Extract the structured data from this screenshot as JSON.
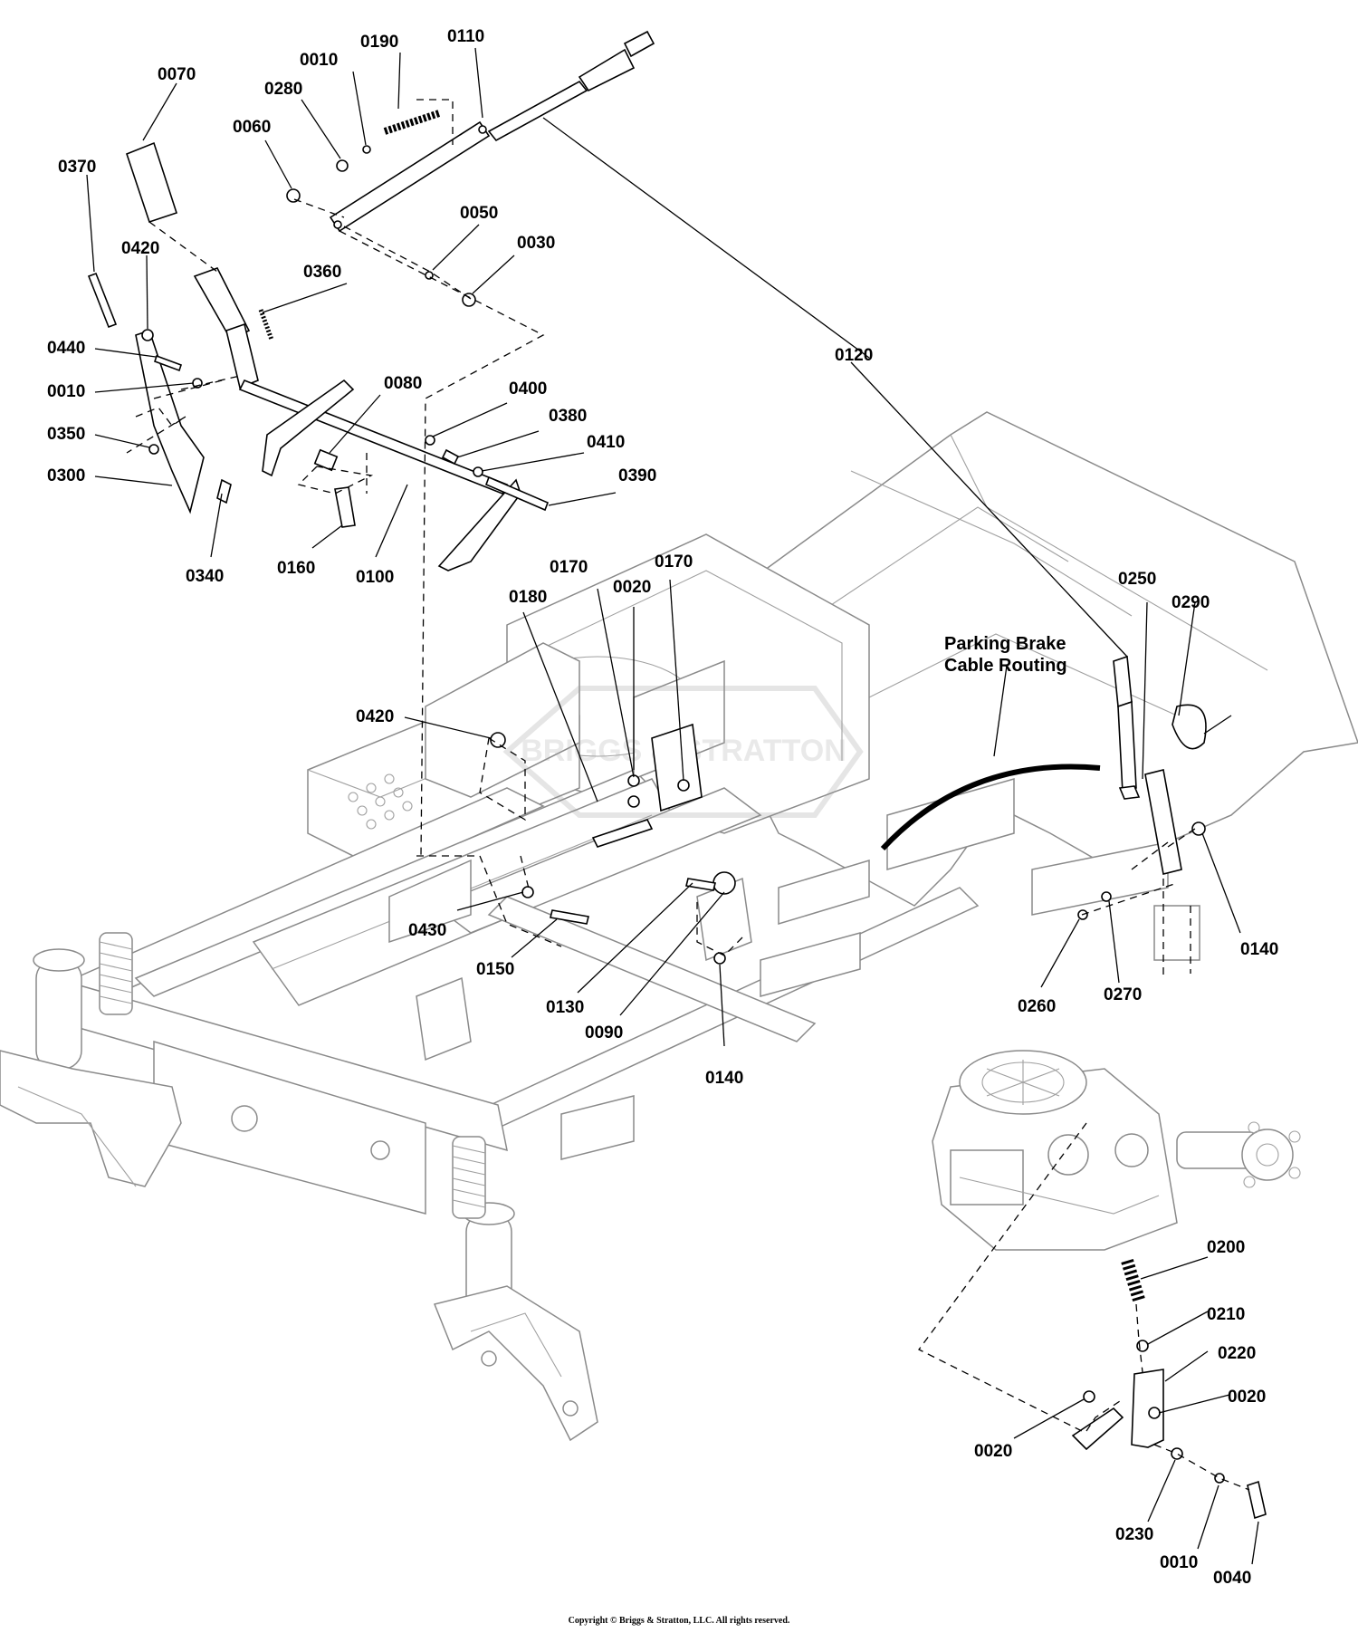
{
  "diagram": {
    "note_lines": [
      "Parking Brake",
      "Cable Routing"
    ],
    "watermark": "BRIGGS & STRATTON",
    "copyright": "Copyright © Briggs & Stratton, LLC. All rights reserved.",
    "callouts": {
      "c0070": "0070",
      "c0370": "0370",
      "c0420a": "0420",
      "c0440": "0440",
      "c0010a": "0010",
      "c0350": "0350",
      "c0300": "0300",
      "c0340": "0340",
      "c0280": "0280",
      "c0010b": "0010",
      "c0190": "0190",
      "c0110": "0110",
      "c0060": "0060",
      "c0050": "0050",
      "c0030": "0030",
      "c0360": "0360",
      "c0080": "0080",
      "c0400": "0400",
      "c0380": "0380",
      "c0410": "0410",
      "c0390": "0390",
      "c0160": "0160",
      "c0100": "0100",
      "c0120": "0120",
      "c0180": "0180",
      "c0170a": "0170",
      "c0020a": "0020",
      "c0170b": "0170",
      "c0420b": "0420",
      "c0430": "0430",
      "c0150": "0150",
      "c0130": "0130",
      "c0090": "0090",
      "c0140a": "0140",
      "c0250": "0250",
      "c0290": "0290",
      "c0140b": "0140",
      "c0260": "0260",
      "c0270": "0270",
      "c0200": "0200",
      "c0210": "0210",
      "c0220": "0220",
      "c0020b": "0020",
      "c0020c": "0020",
      "c0230": "0230",
      "c0010c": "0010",
      "c0040": "0040"
    }
  }
}
